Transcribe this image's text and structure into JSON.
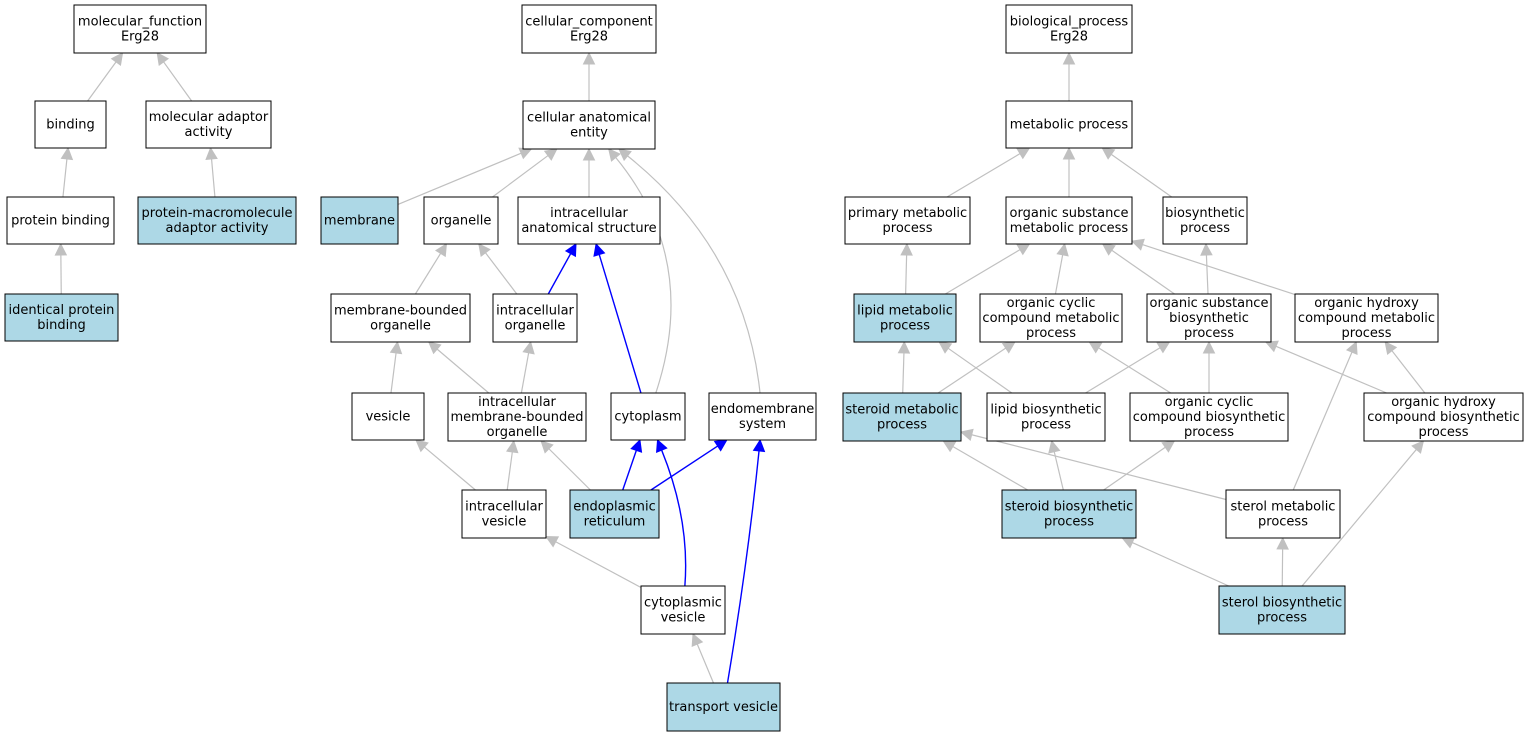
{
  "colors": {
    "node_fill_default": "#ffffff",
    "node_fill_highlight": "#add8e6",
    "node_border": "#000000",
    "edge_default": "#c0c0c0",
    "edge_highlight": "#0000ff"
  },
  "nodes": [
    {
      "id": "mf",
      "lines": [
        "molecular_function",
        "Erg28"
      ],
      "highlight": false
    },
    {
      "id": "binding",
      "lines": [
        "binding"
      ],
      "highlight": false
    },
    {
      "id": "mol_adaptor",
      "lines": [
        "molecular adaptor",
        "activity"
      ],
      "highlight": false
    },
    {
      "id": "protein_binding",
      "lines": [
        "protein binding"
      ],
      "highlight": false
    },
    {
      "id": "pma_activity",
      "lines": [
        "protein-macromolecule",
        "adaptor activity"
      ],
      "highlight": true
    },
    {
      "id": "identical_pb",
      "lines": [
        "identical protein",
        "binding"
      ],
      "highlight": true
    },
    {
      "id": "cc",
      "lines": [
        "cellular_component",
        "Erg28"
      ],
      "highlight": false
    },
    {
      "id": "cae",
      "lines": [
        "cellular anatomical",
        "entity"
      ],
      "highlight": false
    },
    {
      "id": "membrane",
      "lines": [
        "membrane"
      ],
      "highlight": true
    },
    {
      "id": "organelle",
      "lines": [
        "organelle"
      ],
      "highlight": false
    },
    {
      "id": "ias",
      "lines": [
        "intracellular",
        "anatomical structure"
      ],
      "highlight": false
    },
    {
      "id": "mbo",
      "lines": [
        "membrane-bounded",
        "organelle"
      ],
      "highlight": false
    },
    {
      "id": "io",
      "lines": [
        "intracellular",
        "organelle"
      ],
      "highlight": false
    },
    {
      "id": "vesicle",
      "lines": [
        "vesicle"
      ],
      "highlight": false
    },
    {
      "id": "imbo",
      "lines": [
        "intracellular",
        "membrane-bounded",
        "organelle"
      ],
      "highlight": false
    },
    {
      "id": "cytoplasm",
      "lines": [
        "cytoplasm"
      ],
      "highlight": false
    },
    {
      "id": "endomembrane",
      "lines": [
        "endomembrane",
        "system"
      ],
      "highlight": false
    },
    {
      "id": "iv",
      "lines": [
        "intracellular",
        "vesicle"
      ],
      "highlight": false
    },
    {
      "id": "er",
      "lines": [
        "endoplasmic",
        "reticulum"
      ],
      "highlight": true
    },
    {
      "id": "cv",
      "lines": [
        "cytoplasmic",
        "vesicle"
      ],
      "highlight": false
    },
    {
      "id": "tv",
      "lines": [
        "transport vesicle"
      ],
      "highlight": true
    },
    {
      "id": "bp",
      "lines": [
        "biological_process",
        "Erg28"
      ],
      "highlight": false
    },
    {
      "id": "metabolic",
      "lines": [
        "metabolic process"
      ],
      "highlight": false
    },
    {
      "id": "primary_met",
      "lines": [
        "primary metabolic",
        "process"
      ],
      "highlight": false
    },
    {
      "id": "osmp",
      "lines": [
        "organic substance",
        "metabolic process"
      ],
      "highlight": false
    },
    {
      "id": "biosynthetic",
      "lines": [
        "biosynthetic",
        "process"
      ],
      "highlight": false
    },
    {
      "id": "lipid_met",
      "lines": [
        "lipid metabolic",
        "process"
      ],
      "highlight": true
    },
    {
      "id": "occmp",
      "lines": [
        "organic cyclic",
        "compound metabolic",
        "process"
      ],
      "highlight": false
    },
    {
      "id": "osbp",
      "lines": [
        "organic substance",
        "biosynthetic",
        "process"
      ],
      "highlight": false
    },
    {
      "id": "ohcmp",
      "lines": [
        "organic hydroxy",
        "compound metabolic",
        "process"
      ],
      "highlight": false
    },
    {
      "id": "steroid_met",
      "lines": [
        "steroid metabolic",
        "process"
      ],
      "highlight": true
    },
    {
      "id": "lipid_bio",
      "lines": [
        "lipid biosynthetic",
        "process"
      ],
      "highlight": false
    },
    {
      "id": "occbp",
      "lines": [
        "organic cyclic",
        "compound biosynthetic",
        "process"
      ],
      "highlight": false
    },
    {
      "id": "ohcbp",
      "lines": [
        "organic hydroxy",
        "compound biosynthetic",
        "process"
      ],
      "highlight": false
    },
    {
      "id": "steroid_bio",
      "lines": [
        "steroid biosynthetic",
        "process"
      ],
      "highlight": true
    },
    {
      "id": "sterol_met",
      "lines": [
        "sterol metabolic",
        "process"
      ],
      "highlight": false
    },
    {
      "id": "sterol_bio",
      "lines": [
        "sterol biosynthetic",
        "process"
      ],
      "highlight": true
    }
  ],
  "edges": [
    {
      "from": "binding",
      "to": "mf",
      "highlight": false
    },
    {
      "from": "mol_adaptor",
      "to": "mf",
      "highlight": false
    },
    {
      "from": "protein_binding",
      "to": "binding",
      "highlight": false
    },
    {
      "from": "pma_activity",
      "to": "mol_adaptor",
      "highlight": false
    },
    {
      "from": "identical_pb",
      "to": "protein_binding",
      "highlight": false
    },
    {
      "from": "cae",
      "to": "cc",
      "highlight": false
    },
    {
      "from": "membrane",
      "to": "cae",
      "highlight": false
    },
    {
      "from": "organelle",
      "to": "cae",
      "highlight": false
    },
    {
      "from": "ias",
      "to": "cae",
      "highlight": false
    },
    {
      "from": "cytoplasm",
      "to": "cae",
      "highlight": false
    },
    {
      "from": "endomembrane",
      "to": "cae",
      "highlight": false
    },
    {
      "from": "mbo",
      "to": "organelle",
      "highlight": false
    },
    {
      "from": "io",
      "to": "organelle",
      "highlight": false
    },
    {
      "from": "io",
      "to": "ias",
      "highlight": true
    },
    {
      "from": "cytoplasm",
      "to": "ias",
      "highlight": true
    },
    {
      "from": "vesicle",
      "to": "mbo",
      "highlight": false
    },
    {
      "from": "imbo",
      "to": "mbo",
      "highlight": false
    },
    {
      "from": "imbo",
      "to": "io",
      "highlight": false
    },
    {
      "from": "iv",
      "to": "vesicle",
      "highlight": false
    },
    {
      "from": "iv",
      "to": "imbo",
      "highlight": false
    },
    {
      "from": "er",
      "to": "imbo",
      "highlight": false
    },
    {
      "from": "er",
      "to": "cytoplasm",
      "highlight": true
    },
    {
      "from": "er",
      "to": "endomembrane",
      "highlight": true
    },
    {
      "from": "cv",
      "to": "iv",
      "highlight": false
    },
    {
      "from": "cv",
      "to": "cytoplasm",
      "highlight": true
    },
    {
      "from": "tv",
      "to": "cv",
      "highlight": false
    },
    {
      "from": "tv",
      "to": "endomembrane",
      "highlight": true
    },
    {
      "from": "metabolic",
      "to": "bp",
      "highlight": false
    },
    {
      "from": "primary_met",
      "to": "metabolic",
      "highlight": false
    },
    {
      "from": "osmp",
      "to": "metabolic",
      "highlight": false
    },
    {
      "from": "biosynthetic",
      "to": "metabolic",
      "highlight": false
    },
    {
      "from": "lipid_met",
      "to": "primary_met",
      "highlight": false
    },
    {
      "from": "lipid_met",
      "to": "osmp",
      "highlight": false
    },
    {
      "from": "occmp",
      "to": "osmp",
      "highlight": false
    },
    {
      "from": "osbp",
      "to": "osmp",
      "highlight": false
    },
    {
      "from": "ohcmp",
      "to": "osmp",
      "highlight": false
    },
    {
      "from": "osbp",
      "to": "biosynthetic",
      "highlight": false
    },
    {
      "from": "steroid_met",
      "to": "lipid_met",
      "highlight": false
    },
    {
      "from": "steroid_met",
      "to": "occmp",
      "highlight": false
    },
    {
      "from": "lipid_bio",
      "to": "lipid_met",
      "highlight": false
    },
    {
      "from": "lipid_bio",
      "to": "osbp",
      "highlight": false
    },
    {
      "from": "occbp",
      "to": "occmp",
      "highlight": false
    },
    {
      "from": "occbp",
      "to": "osbp",
      "highlight": false
    },
    {
      "from": "ohcbp",
      "to": "osbp",
      "highlight": false
    },
    {
      "from": "ohcbp",
      "to": "ohcmp",
      "highlight": false
    },
    {
      "from": "steroid_bio",
      "to": "steroid_met",
      "highlight": false
    },
    {
      "from": "steroid_bio",
      "to": "lipid_bio",
      "highlight": false
    },
    {
      "from": "steroid_bio",
      "to": "occbp",
      "highlight": false
    },
    {
      "from": "sterol_met",
      "to": "steroid_met",
      "highlight": false
    },
    {
      "from": "sterol_met",
      "to": "ohcmp",
      "highlight": false
    },
    {
      "from": "sterol_bio",
      "to": "steroid_bio",
      "highlight": false
    },
    {
      "from": "sterol_bio",
      "to": "sterol_met",
      "highlight": false
    },
    {
      "from": "sterol_bio",
      "to": "ohcbp",
      "highlight": false
    }
  ]
}
